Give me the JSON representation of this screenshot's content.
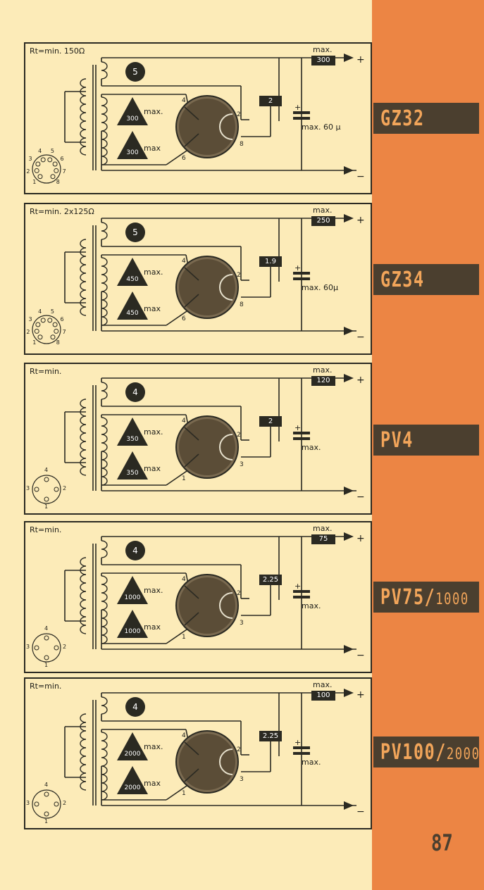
{
  "page_number": "87",
  "colors": {
    "sidebar": "#ec8544",
    "tab": "#4b3f2f",
    "tab_text": "#f2a55a",
    "ink": "#2b2a22",
    "paper": "#fcebb8"
  },
  "panels": [
    {
      "tube": "GZ32",
      "tube_big": "GZ32",
      "tube_small": "",
      "rt": "Rt=min. 150Ω",
      "vmax_label": "max.",
      "vout": "300",
      "filament": "5",
      "tri1": "300",
      "tri1_label": "max.",
      "tri2": "300",
      "tri2_label": "max",
      "resistor": "2",
      "cap": "max. 60 μ",
      "cap_plus": "+",
      "pins": {
        "a": "4",
        "b": "2",
        "c": "6",
        "d": "8"
      },
      "socket": [
        "4",
        "5",
        "3",
        "6",
        "2",
        "7",
        "1",
        "8"
      ],
      "socket_type": "octal"
    },
    {
      "tube": "GZ34",
      "tube_big": "GZ34",
      "tube_small": "",
      "rt": "Rt=min. 2x125Ω",
      "vmax_label": "max.",
      "vout": "250",
      "filament": "5",
      "tri1": "450",
      "tri1_label": "max.",
      "tri2": "450",
      "tri2_label": "max",
      "resistor": "1.9",
      "cap": "max. 60μ",
      "cap_plus": "+",
      "pins": {
        "a": "4",
        "b": "2",
        "c": "6",
        "d": "8"
      },
      "socket": [
        "4",
        "5",
        "3",
        "6",
        "2",
        "7",
        "1",
        "8"
      ],
      "socket_type": "octal"
    },
    {
      "tube": "PV4",
      "tube_big": "PV4",
      "tube_small": "",
      "rt": "Rt=min.",
      "vmax_label": "max.",
      "vout": "120",
      "filament": "4",
      "tri1": "350",
      "tri1_label": "max.",
      "tri2": "350",
      "tri2_label": "max",
      "resistor": "2",
      "cap": "max.",
      "cap_plus": "+",
      "pins": {
        "a": "4",
        "b": "2",
        "c": "1",
        "d": "3"
      },
      "socket": [
        "4",
        "3",
        "2",
        "1"
      ],
      "socket_type": "four"
    },
    {
      "tube": "PV75/1000",
      "tube_big": "PV75/",
      "tube_small": "1000",
      "rt": "Rt=min.",
      "vmax_label": "max.",
      "vout": "75",
      "filament": "4",
      "tri1": "1000",
      "tri1_label": "max.",
      "tri2": "1000",
      "tri2_label": "max",
      "resistor": "2.25",
      "cap": "max.",
      "cap_plus": "+",
      "pins": {
        "a": "4",
        "b": "2",
        "c": "1",
        "d": "3"
      },
      "socket": [
        "4",
        "3",
        "2",
        "1"
      ],
      "socket_type": "four"
    },
    {
      "tube": "PV100/2000",
      "tube_big": "PV100/",
      "tube_small": "2000",
      "rt": "Rt=min.",
      "vmax_label": "max.",
      "vout": "100",
      "filament": "4",
      "tri1": "2000",
      "tri1_label": "max.",
      "tri2": "2000",
      "tri2_label": "max",
      "resistor": "2.25",
      "cap": "max.",
      "cap_plus": "+",
      "pins": {
        "a": "4",
        "b": "2",
        "c": "1",
        "d": "3"
      },
      "socket": [
        "4",
        "3",
        "2",
        "1"
      ],
      "socket_type": "four"
    }
  ]
}
